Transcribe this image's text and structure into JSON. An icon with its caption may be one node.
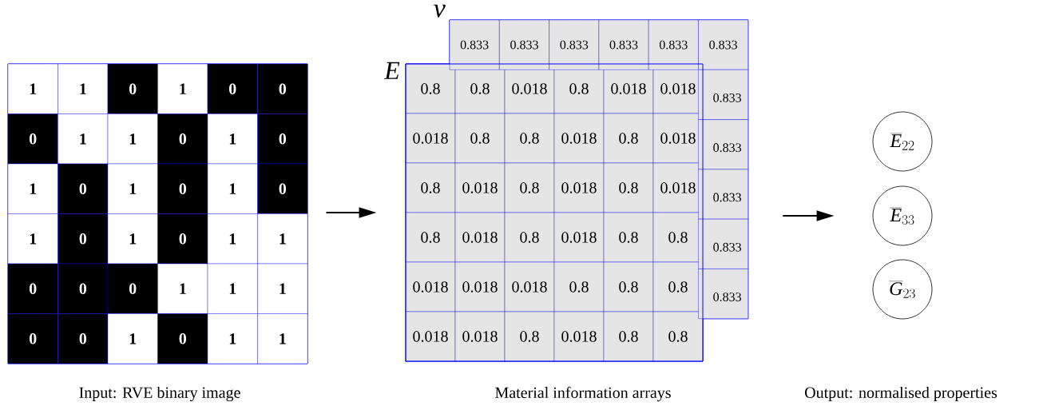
{
  "diagram": {
    "nodes": [
      {
        "text": [],
        "shape": "box"
      },
      {
        "text": [
          "E"
        ]
      },
      {
        "text": [
          "ν"
        ]
      },
      {
        "text": [
          "\\overline{E}_{22}"
        ]
      },
      {
        "text": [
          "\\overline{E}_{33}"
        ]
      },
      {
        "text": [
          "\\overline{G}_{23}"
        ]
      }
    ],
    "edges": [
      {
        "from": 0,
        "to": 1,
        "arrow": "to"
      },
      {
        "from": 2,
        "to": 4,
        "arrow": "to"
      }
    ],
    "labels": [
      "1",
      "1",
      "0",
      "1",
      "0",
      "0",
      "0",
      "1",
      "1",
      "0",
      "1",
      "0",
      "1",
      "0",
      "1",
      "0",
      "1",
      "0",
      "1",
      "0",
      "1",
      "0",
      "1",
      "1",
      "0",
      "0",
      "0",
      "1",
      "1",
      "1",
      "0",
      "0",
      "1",
      "0",
      "1",
      "1",
      "0.8",
      "0.8",
      "0.018",
      "0.8",
      "0.018",
      "0.018",
      "0.018",
      "0.8",
      "0.8",
      "0.018",
      "0.8",
      "0.018",
      "0.8",
      "0.018",
      "0.8",
      "0.018",
      "0.8",
      "0.018",
      "0.8",
      "0.018",
      "0.8",
      "0.018",
      "0.8",
      "0.8",
      "0.018",
      "0.018",
      "0.018",
      "0.8",
      "0.8",
      "0.8",
      "0.018",
      "0.018",
      "0.8",
      "0.018",
      "0.8",
      "0.8",
      "0.833",
      "0.833",
      "0.833",
      "0.833",
      "0.833",
      "0.833",
      "0.833",
      "0.833",
      "0.833",
      "0.833",
      "0.833",
      "Input: RVE binary image",
      "Material information arrays",
      "Output: normalised properties"
    ]
  }
}
